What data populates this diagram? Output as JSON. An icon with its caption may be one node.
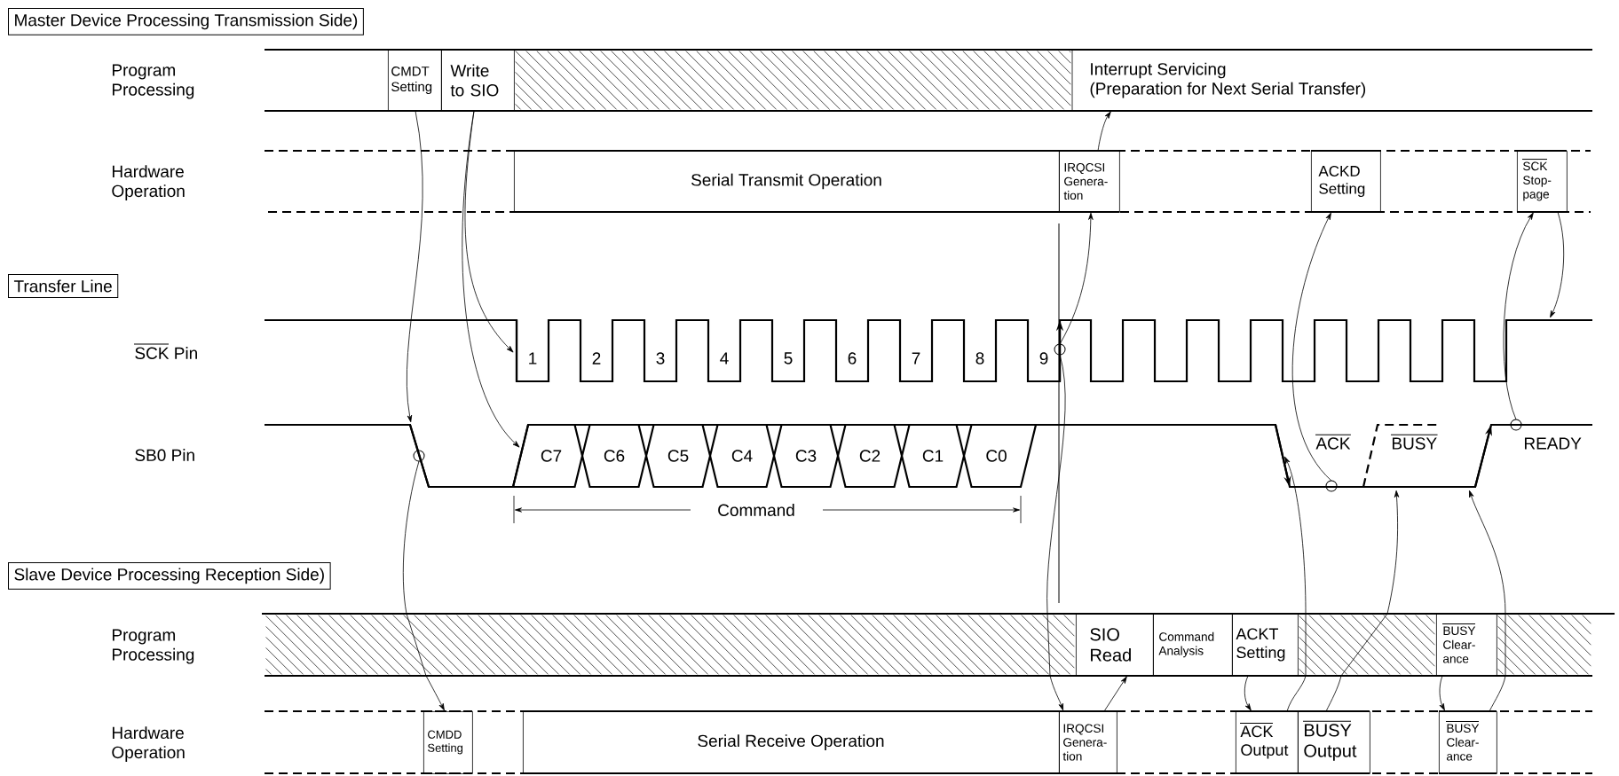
{
  "diagram": {
    "nodes": [
      {
        "text": [
          "Master Device Processing Transmission Side)"
        ]
      },
      {
        "text": [
          "CMDT Setting"
        ]
      },
      {
        "text": [
          "Write to SIO"
        ]
      },
      {
        "text": [
          "Interrupt Servicing",
          "(Preparation for Next Serial Transfer)"
        ]
      },
      {
        "text": [
          "Serial Transmit Operation"
        ]
      },
      {
        "text": [
          "IRQCSI Genera-tion"
        ]
      },
      {
        "text": [
          "ACKD Setting"
        ]
      },
      {
        "text": [
          "SCK Stop-page"
        ]
      },
      {
        "text": [
          "Transfer Line"
        ]
      },
      {
        "text": [],
        "shape": "line"
      },
      {
        "text": [],
        "shape": "line"
      },
      {
        "text": [],
        "shape": "line"
      },
      {
        "text": [],
        "shape": "line"
      },
      {
        "text": [
          "C7"
        ]
      },
      {
        "text": [
          "C6"
        ]
      },
      {
        "text": [
          "C5"
        ]
      },
      {
        "text": [
          "C4"
        ]
      },
      {
        "text": [
          "C3"
        ]
      },
      {
        "text": [
          "C2"
        ]
      },
      {
        "text": [
          "C1"
        ]
      },
      {
        "text": [
          "C0"
        ]
      },
      {
        "text": [],
        "shape": "line"
      },
      {
        "text": [],
        "shape": "line"
      },
      {
        "text": [],
        "shape": "line"
      },
      {
        "text": [
          "Slave Device Processing Reception Side)"
        ]
      },
      {
        "text": [
          "SIO Read"
        ]
      },
      {
        "text": [
          "Command Analysis"
        ]
      },
      {
        "text": [
          "ACKT Setting"
        ]
      },
      {
        "text": [
          "BUSY Clear-ance"
        ]
      },
      {
        "text": [
          "CMDD Setting"
        ]
      },
      {
        "text": [
          "Serial Receive Operation"
        ]
      },
      {
        "text": [
          "IRQCSI Genera-tion"
        ]
      },
      {
        "text": [
          "ACK Output"
        ]
      },
      {
        "text": [
          "BUSY Output"
        ]
      },
      {
        "text": [
          "BUSY Clear-ance"
        ]
      }
    ],
    "edges": [
      {
        "from": 1,
        "to": 12,
        "arrow": "to"
      },
      {
        "from": 2,
        "to": 9,
        "arrow": "to"
      },
      {
        "from": 2,
        "to": 13,
        "arrow": "to"
      },
      {
        "from": 12,
        "to": 29,
        "arrow": "to"
      },
      {
        "from": 10,
        "to": 5,
        "arrow": "to"
      },
      {
        "from": 10,
        "to": 31,
        "arrow": "to"
      },
      {
        "from": 5,
        "to": 3,
        "arrow": "to"
      },
      {
        "from": 31,
        "to": 25,
        "arrow": "to"
      },
      {
        "from": 27,
        "to": 32,
        "arrow": "to"
      },
      {
        "from": 32,
        "to": 21,
        "arrow": "to"
      },
      {
        "from": 22,
        "to": 6,
        "arrow": "to"
      },
      {
        "from": 33,
        "to": 22,
        "arrow": "to"
      },
      {
        "from": 28,
        "to": 34,
        "arrow": "to"
      },
      {
        "from": 34,
        "to": 22,
        "arrow": "to"
      },
      {
        "from": 23,
        "to": 7,
        "arrow": "to"
      },
      {
        "from": 7,
        "to": 11,
        "arrow": "to"
      }
    ],
    "labels": [
      "Program Processing",
      "Hardware Operation",
      "SCK Pin",
      "1",
      "2",
      "3",
      "4",
      "5",
      "6",
      "7",
      "8",
      "9",
      "SB0 Pin",
      "ACK",
      "BUSY",
      "READY",
      "Command",
      "Program Processing",
      "Hardware Operation"
    ]
  }
}
